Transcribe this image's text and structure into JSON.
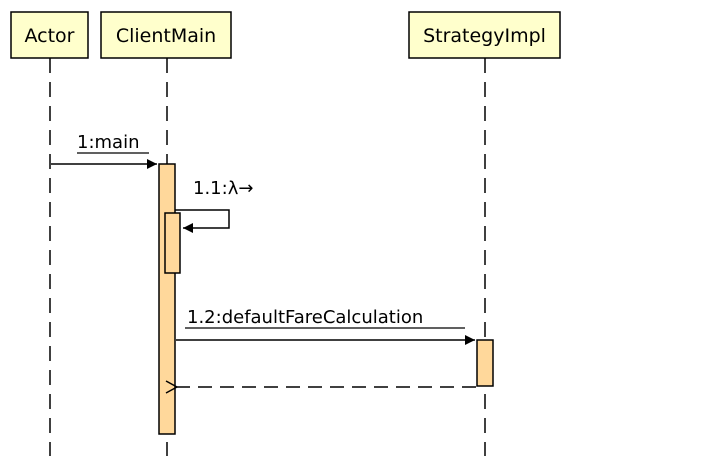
{
  "diagram": {
    "type": "uml-sequence-diagram",
    "lifelines": [
      {
        "id": "actor",
        "name": "Actor"
      },
      {
        "id": "client",
        "name": "ClientMain"
      },
      {
        "id": "strategy",
        "name": "StrategyImpl"
      }
    ],
    "messages": [
      {
        "id": "m1",
        "label": "1:main",
        "from": "actor",
        "to": "client",
        "kind": "call"
      },
      {
        "id": "m11",
        "label": "1.1:λ→",
        "from": "client",
        "to": "client",
        "kind": "self-call"
      },
      {
        "id": "m12",
        "label": "1.2:defaultFareCalculation",
        "from": "client",
        "to": "strategy",
        "kind": "call"
      },
      {
        "id": "m12r",
        "label": "",
        "from": "strategy",
        "to": "client",
        "kind": "return"
      }
    ]
  }
}
